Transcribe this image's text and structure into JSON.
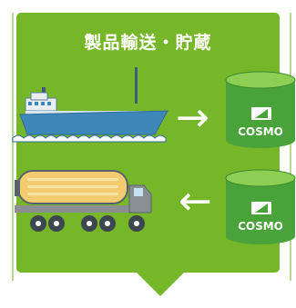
{
  "title": "製品輸送・貯蔵",
  "tanks": [
    {
      "brand": "COSMO"
    },
    {
      "brand": "COSMO"
    }
  ],
  "arrows": [
    "→",
    "←"
  ],
  "colors": {
    "panel": "#76b72a",
    "ship_hull": "#3f87b8",
    "tank_fill": "#4aa33a",
    "truck_body": "#8a8f94",
    "truck_cargo": "#f3cb70"
  }
}
